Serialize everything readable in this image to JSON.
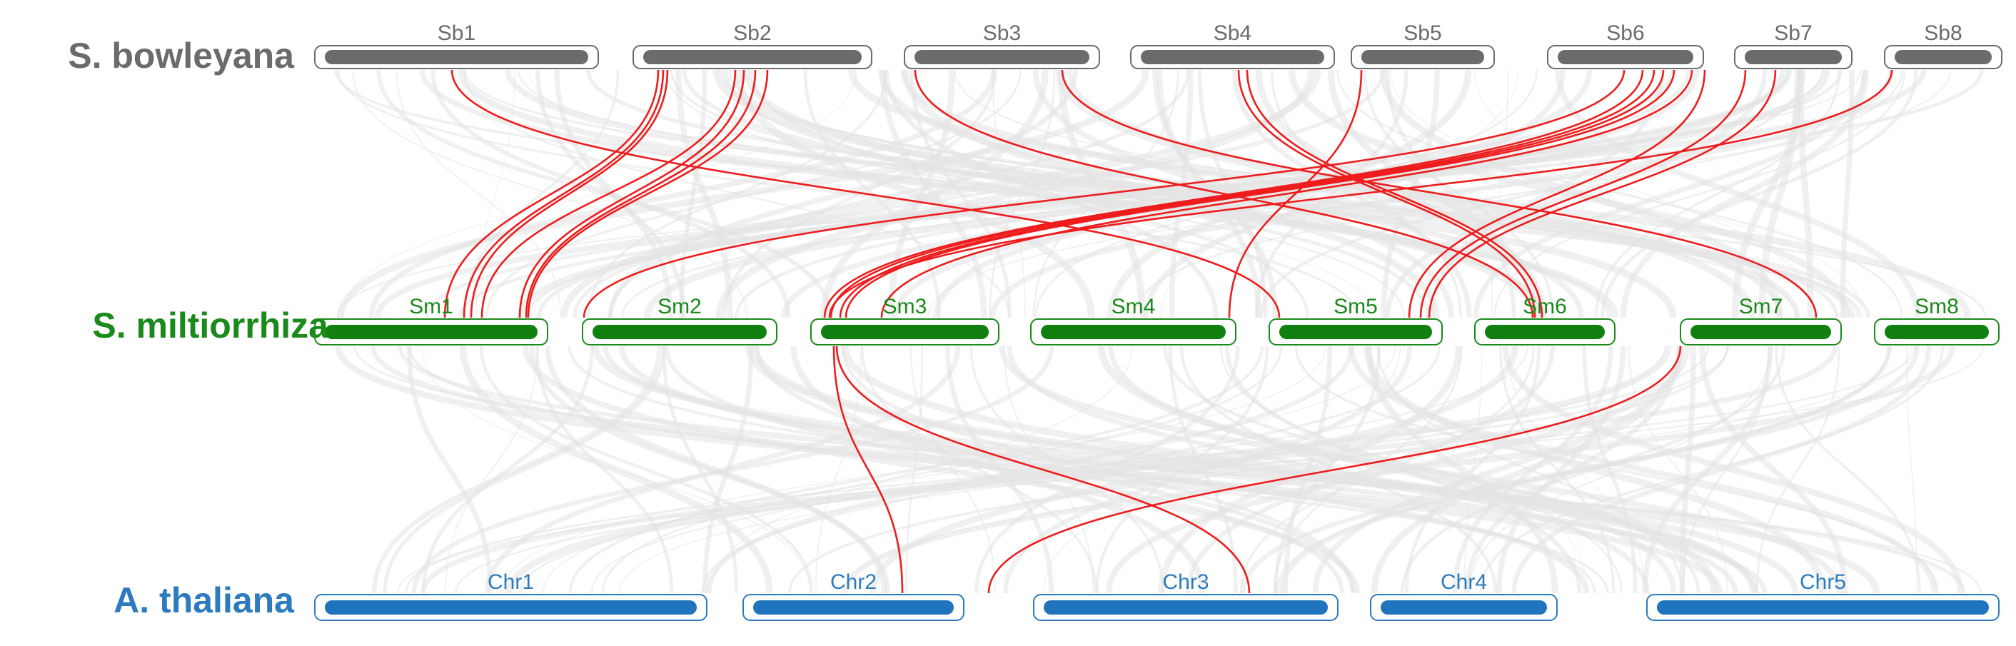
{
  "species": [
    {
      "key": "sb",
      "name": "S. bowleyana",
      "color": "#6b6b6b"
    },
    {
      "key": "sm",
      "name": "S. miltiorrhiza",
      "color": "#1a8a1a"
    },
    {
      "key": "at",
      "name": "A. thaliana",
      "color": "#2c7bbf"
    }
  ],
  "chromosomes": {
    "sb": [
      "Sb1",
      "Sb2",
      "Sb3",
      "Sb4",
      "Sb5",
      "Sb6",
      "Sb7",
      "Sb8"
    ],
    "sm": [
      "Sm1",
      "Sm2",
      "Sm3",
      "Sm4",
      "Sm5",
      "Sm6",
      "Sm7",
      "Sm8"
    ],
    "at": [
      "Chr1",
      "Chr2",
      "Chr3",
      "Chr4",
      "Chr5"
    ]
  },
  "colors": {
    "highlight": "#ee1c1c",
    "background_links": "#e3e3e3",
    "sb_bar": "#6b6b6b",
    "sm_bar": "#118011",
    "at_bar": "#1f74bd"
  }
}
